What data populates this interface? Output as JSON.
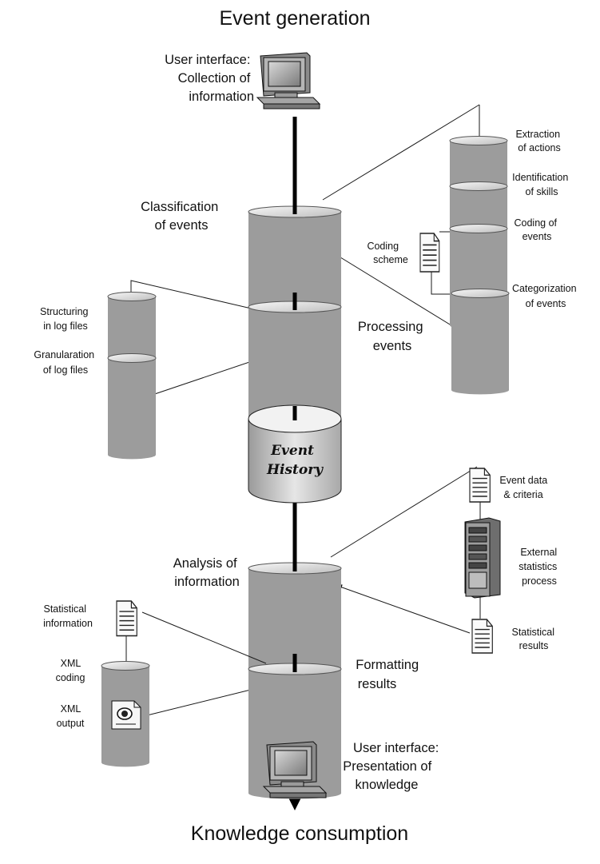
{
  "title_top": "Event generation",
  "title_bottom": "Knowledge consumption",
  "user_interface_top": [
    "User interface:",
    "Collection of",
    "information"
  ],
  "user_interface_bottom": [
    "User interface:",
    "Presentation of",
    "knowledge"
  ],
  "stages": {
    "classification": [
      "Classification",
      "of events"
    ],
    "processing": [
      "Processing",
      "events"
    ],
    "analysis": [
      "Analysis of",
      "information"
    ],
    "formatting": [
      "Formatting",
      "results"
    ]
  },
  "event_history": [
    "Event",
    "History"
  ],
  "classification_steps": {
    "extraction": [
      "Extraction",
      "of actions"
    ],
    "identification": [
      "Identification",
      "of skills"
    ],
    "coding": [
      "Coding of",
      "events"
    ],
    "categorization": [
      "Categorization",
      "of events"
    ],
    "coding_scheme": [
      "Coding",
      "scheme"
    ]
  },
  "processing_steps": {
    "structuring": [
      "Structuring",
      "in log files"
    ],
    "granularation": [
      "Granularation",
      "of log files"
    ]
  },
  "analysis_steps": {
    "event_data": [
      "Event data",
      "& criteria"
    ],
    "external": [
      "External",
      "statistics",
      "process"
    ],
    "statistical_results": [
      "Statistical",
      "results"
    ]
  },
  "formatting_steps": {
    "statistical_information": [
      "Statistical",
      "information"
    ],
    "xml_coding": [
      "XML",
      "coding"
    ],
    "xml_output": [
      "XML",
      "output"
    ]
  }
}
